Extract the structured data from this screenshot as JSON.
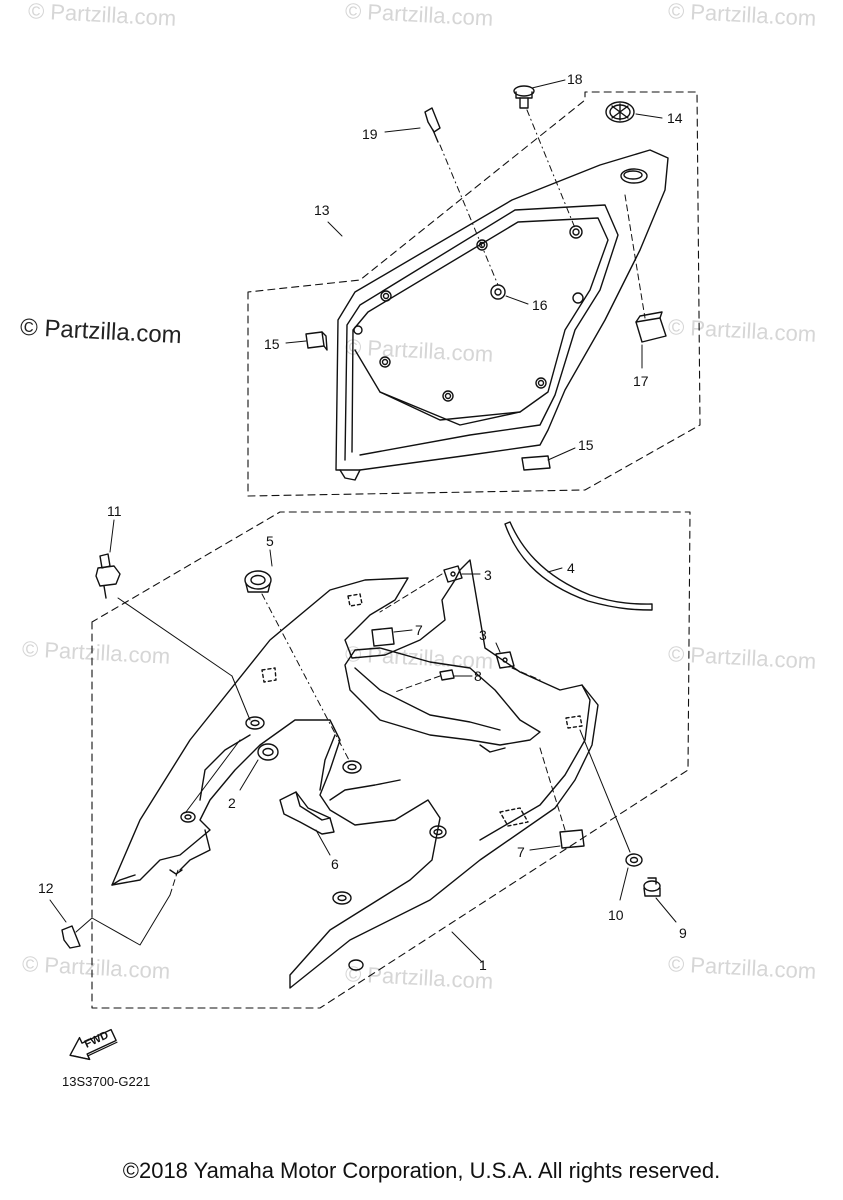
{
  "watermark_text": "© Partzilla.com",
  "brand_text": "© Partzilla.com",
  "diagram_code": "13S3700-G221",
  "fwd_label": "FWD",
  "copyright": "©2018 Yamaha Motor Corporation, U.S.A. All rights reserved.",
  "callouts": [
    "1",
    "2",
    "3",
    "3",
    "4",
    "5",
    "6",
    "7",
    "7",
    "8",
    "9",
    "10",
    "11",
    "12",
    "13",
    "14",
    "15",
    "15",
    "16",
    "17",
    "18",
    "19"
  ]
}
